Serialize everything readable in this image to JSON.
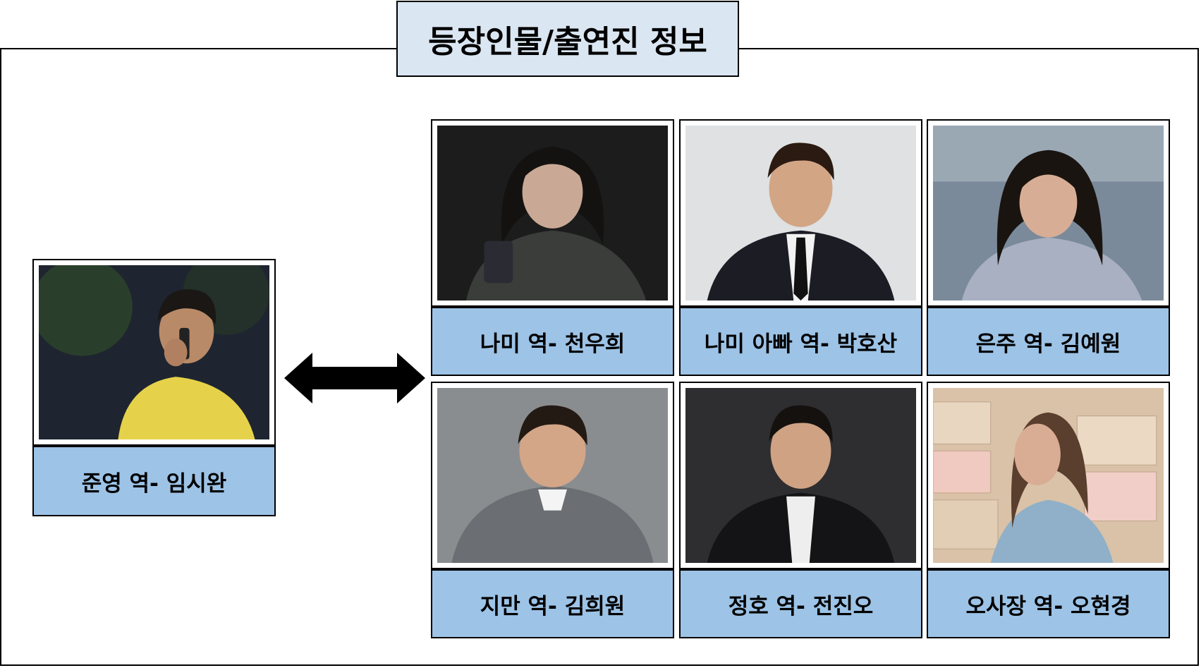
{
  "title": "등장인물/출연진 정보",
  "main_character": {
    "label": "준영 역- 임시완"
  },
  "cast": [
    {
      "label": "나미 역- 천우희"
    },
    {
      "label": "나미 아빠 역- 박호산"
    },
    {
      "label": "은주 역- 김예원"
    },
    {
      "label": "지만 역- 김희원"
    },
    {
      "label": "정호 역- 전진오"
    },
    {
      "label": "오사장 역- 오현경"
    }
  ],
  "colors": {
    "title_bg": "#dae6f2",
    "label_bg": "#9dc3e6"
  }
}
